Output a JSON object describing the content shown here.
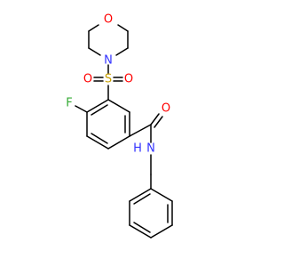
{
  "atoms": {
    "morpholine_o": {
      "label": "O",
      "color": "#ff0000"
    },
    "morpholine_n": {
      "label": "N",
      "color": "#3333ff"
    },
    "sulfur": {
      "label": "S",
      "color": "#c8a000"
    },
    "sulfonyl_o_left": {
      "label": "O",
      "color": "#ff0000"
    },
    "sulfonyl_o_right": {
      "label": "O",
      "color": "#ff0000"
    },
    "fluorine": {
      "label": "F",
      "color": "#33aa33"
    },
    "carbonyl_o": {
      "label": "O",
      "color": "#ff0000"
    },
    "amide_n": {
      "label": "N",
      "color": "#3333ff"
    },
    "amide_h": {
      "label": "H",
      "color": "#3333ff"
    }
  }
}
